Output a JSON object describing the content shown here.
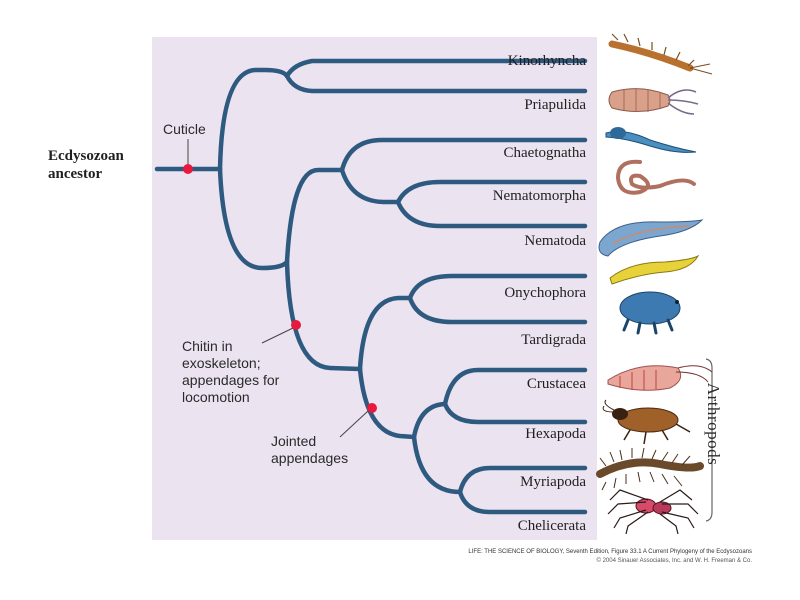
{
  "diagram": {
    "root_label": "Ecdysozoan ancestor",
    "taxa": [
      {
        "name": "Kinorhyncha",
        "picture": "kinorhynch-illustration"
      },
      {
        "name": "Priapulida",
        "picture": "priapulid-illustration"
      },
      {
        "name": "Chaetognatha",
        "picture": "arrow-worm-illustration"
      },
      {
        "name": "Nematomorpha",
        "picture": "horsehair-worm-illustration"
      },
      {
        "name": "Nematoda",
        "picture": "roundworm-illustration"
      },
      {
        "name": "Onychophora",
        "picture": "velvet-worm-illustration"
      },
      {
        "name": "Tardigrada",
        "picture": "water-bear-illustration"
      },
      {
        "name": "Crustacea",
        "picture": "shrimp-illustration"
      },
      {
        "name": "Hexapoda",
        "picture": "cockroach-illustration"
      },
      {
        "name": "Myriapoda",
        "picture": "centipede-illustration"
      },
      {
        "name": "Chelicerata",
        "picture": "spider-illustration"
      }
    ],
    "traits": [
      {
        "label": "Cuticle"
      },
      {
        "label": "Chitin in exoskeleton; appendages for locomotion"
      },
      {
        "label": "Jointed appendages"
      }
    ],
    "group_label": "Arthropods",
    "caption": {
      "line1": "LIFE: THE SCIENCE OF BIOLOGY, Seventh Edition, Figure 33.1 A Current Phylogeny of the Ecdysozoans",
      "line2": "© 2004 Sinauer Associates, Inc. and W. H. Freeman & Co."
    },
    "colors": {
      "branch": "#2f5a80",
      "marker": "#e8193c",
      "panel": "#ece3f0"
    }
  }
}
